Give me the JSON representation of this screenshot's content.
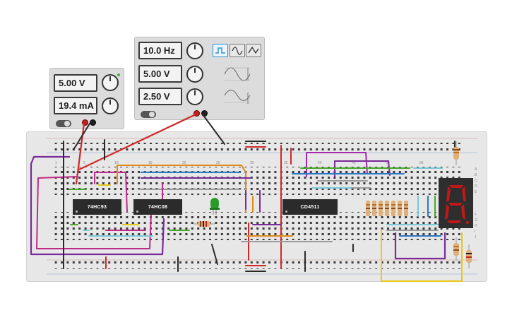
{
  "dc_supply": {
    "voltage": "5.00 V",
    "current": "19.4 mA"
  },
  "function_generator": {
    "frequency": "10.0 Hz",
    "amplitude": "5.00 V",
    "offset": "2.50 V",
    "waveforms": [
      "square",
      "sine",
      "triangle"
    ],
    "selected_waveform": "square"
  },
  "breadboard": {
    "column_numbers_top": [
      "1",
      "5",
      "10",
      "15",
      "20",
      "25",
      "30",
      "35",
      "40",
      "45",
      "50",
      "55"
    ],
    "row_letters_right": [
      "A",
      "B",
      "C",
      "D",
      "E",
      "F",
      "G",
      "H",
      "I",
      "J"
    ]
  },
  "components": {
    "chip1": "74HC93",
    "chip2": "74HC08",
    "chip3": "CD4511"
  },
  "colors": {
    "wire_red": "#d02828",
    "wire_purple": "#7a2a9a",
    "wire_magenta": "#c02a8a",
    "wire_orange": "#e08a1a",
    "wire_yellow": "#e8c818",
    "wire_green": "#4aa82a",
    "wire_cyan": "#7ac8d8",
    "wire_blue": "#2a78c8",
    "wire_black": "#2a2a2a",
    "wire_gray": "#9a9a9a",
    "led_green": "#2a9a2a",
    "segment_display": "#2e2e2e",
    "segment_lit": "#c01818"
  },
  "icons": [
    "square-wave-icon",
    "sine-wave-icon",
    "triangle-wave-icon",
    "amplitude-diagram-icon",
    "offset-diagram-icon",
    "power-toggle-icon"
  ]
}
